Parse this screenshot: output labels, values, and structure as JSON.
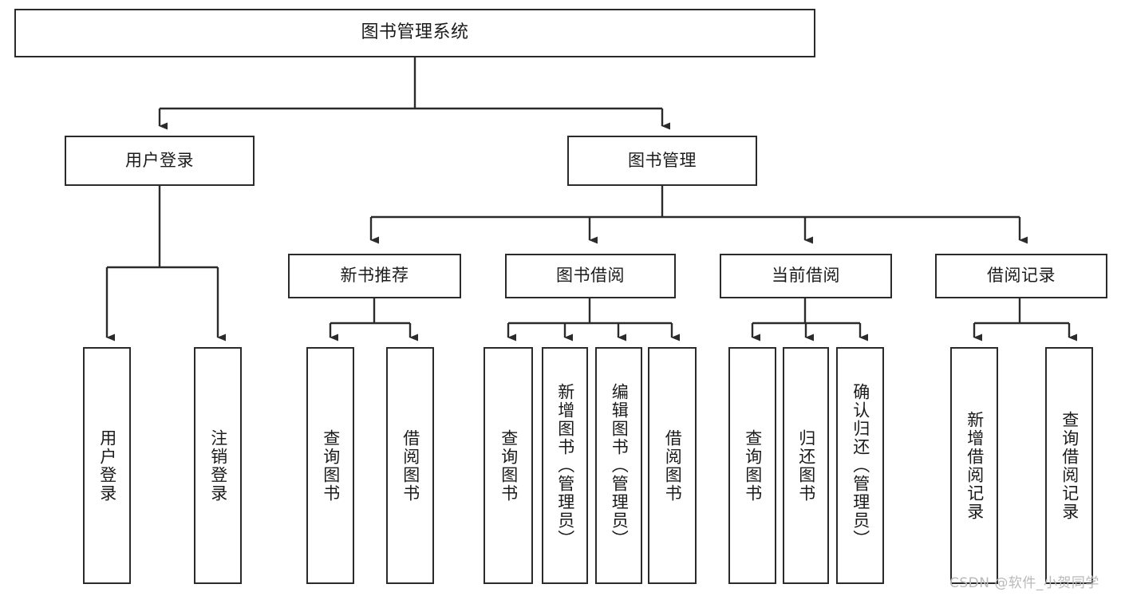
{
  "diagram": {
    "type": "tree-hierarchy",
    "title": "图书管理系统",
    "background_color": "#ffffff",
    "line_color": "#2b2b2b",
    "text_color": "#1b1b1b"
  },
  "root": {
    "label": "图书管理系统"
  },
  "level2": [
    {
      "label": "用户登录"
    },
    {
      "label": "图书管理"
    }
  ],
  "level3": [
    {
      "label": "新书推荐"
    },
    {
      "label": "图书借阅"
    },
    {
      "label": "当前借阅"
    },
    {
      "label": "借阅记录"
    }
  ],
  "leaves": {
    "user_login": [
      {
        "label": "用户登录"
      },
      {
        "label": "注销登录"
      }
    ],
    "new_book_recommend": [
      {
        "label": "查询图书"
      },
      {
        "label": "借阅图书"
      }
    ],
    "book_borrow": [
      {
        "label": "查询图书"
      },
      {
        "label": "新增图书（管理员）"
      },
      {
        "label": "编辑图书（管理员）"
      },
      {
        "label": "借阅图书"
      }
    ],
    "current_borrow": [
      {
        "label": "查询图书"
      },
      {
        "label": "归还图书"
      },
      {
        "label": "确认归还（管理员）"
      }
    ],
    "borrow_record": [
      {
        "label": "新增借阅记录"
      },
      {
        "label": "查询借阅记录"
      }
    ]
  },
  "watermark": {
    "text": "CSDN @软件_小贺同学"
  }
}
